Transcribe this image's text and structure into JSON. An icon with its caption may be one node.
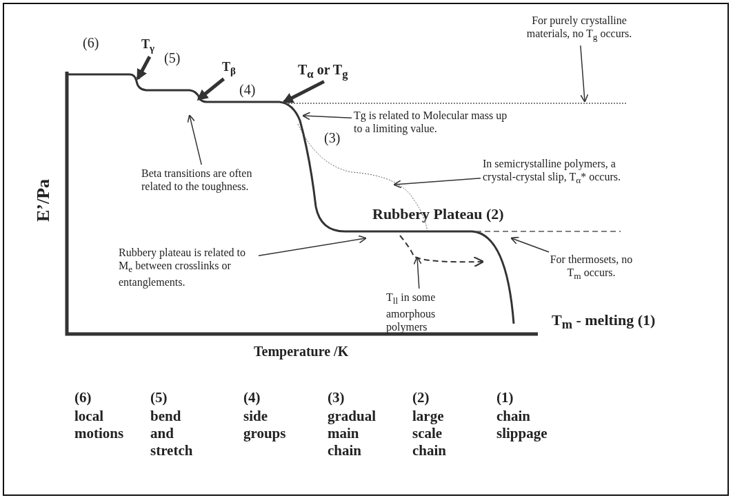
{
  "diagram": {
    "nodes": [
      {
        "text": [
          "T$_{γ}$"
        ]
      },
      {
        "text": [
          "T$_{β}$"
        ]
      },
      {
        "text": [
          "T$_{α}$ or T$_{g}$"
        ]
      },
      {
        "text": [
          "For purely crystalline materials, no T$_{g}$ occurs."
        ]
      },
      {
        "text": [
          "Tg is related to Molecular mass up to a limiting value."
        ]
      },
      {
        "text": [
          "Beta transitions are often related to the toughness."
        ]
      },
      {
        "text": [
          "In semicrystalline polymers, a crystal-crystal slip, T$_{α}$* occurs."
        ]
      },
      {
        "text": [
          "Rubbery plateau is related to M$_{e}$ between crosslinks or entanglements."
        ]
      },
      {
        "text": [
          "T$_{ll}$ in some amorphous polymers"
        ]
      },
      {
        "text": [
          "For thermosets, no T$_{m}$ occurs."
        ]
      }
    ],
    "edges": [
      {
        "from": 0,
        "to": null,
        "arrow": "to",
        "style": "thick"
      },
      {
        "from": 1,
        "to": null,
        "arrow": "to",
        "style": "thick"
      },
      {
        "from": 2,
        "to": null,
        "arrow": "to",
        "style": "thick"
      },
      {
        "from": 3,
        "to": null,
        "arrow": "to"
      },
      {
        "from": 4,
        "to": null,
        "arrow": "to"
      },
      {
        "from": 5,
        "to": null,
        "arrow": "to"
      },
      {
        "from": 6,
        "to": null,
        "arrow": "to"
      },
      {
        "from": 7,
        "to": null,
        "arrow": "to"
      },
      {
        "from": 8,
        "to": null,
        "arrow": "to"
      },
      {
        "from": 9,
        "to": null,
        "arrow": "to"
      }
    ],
    "labels": [
      "(6)",
      "(5)",
      "(4)",
      "(3)",
      "Rubbery Plateau (2)",
      "T$_{m}$ - melting (1)",
      "E’/Pa",
      "Temperature /K",
      "(6)",
      "(5)",
      "(4)",
      "(3)",
      "(2)",
      "(1)",
      "local motions",
      "bend and stretch",
      "side groups",
      "gradual main chain",
      "large scale chain",
      "chain slippage"
    ]
  }
}
